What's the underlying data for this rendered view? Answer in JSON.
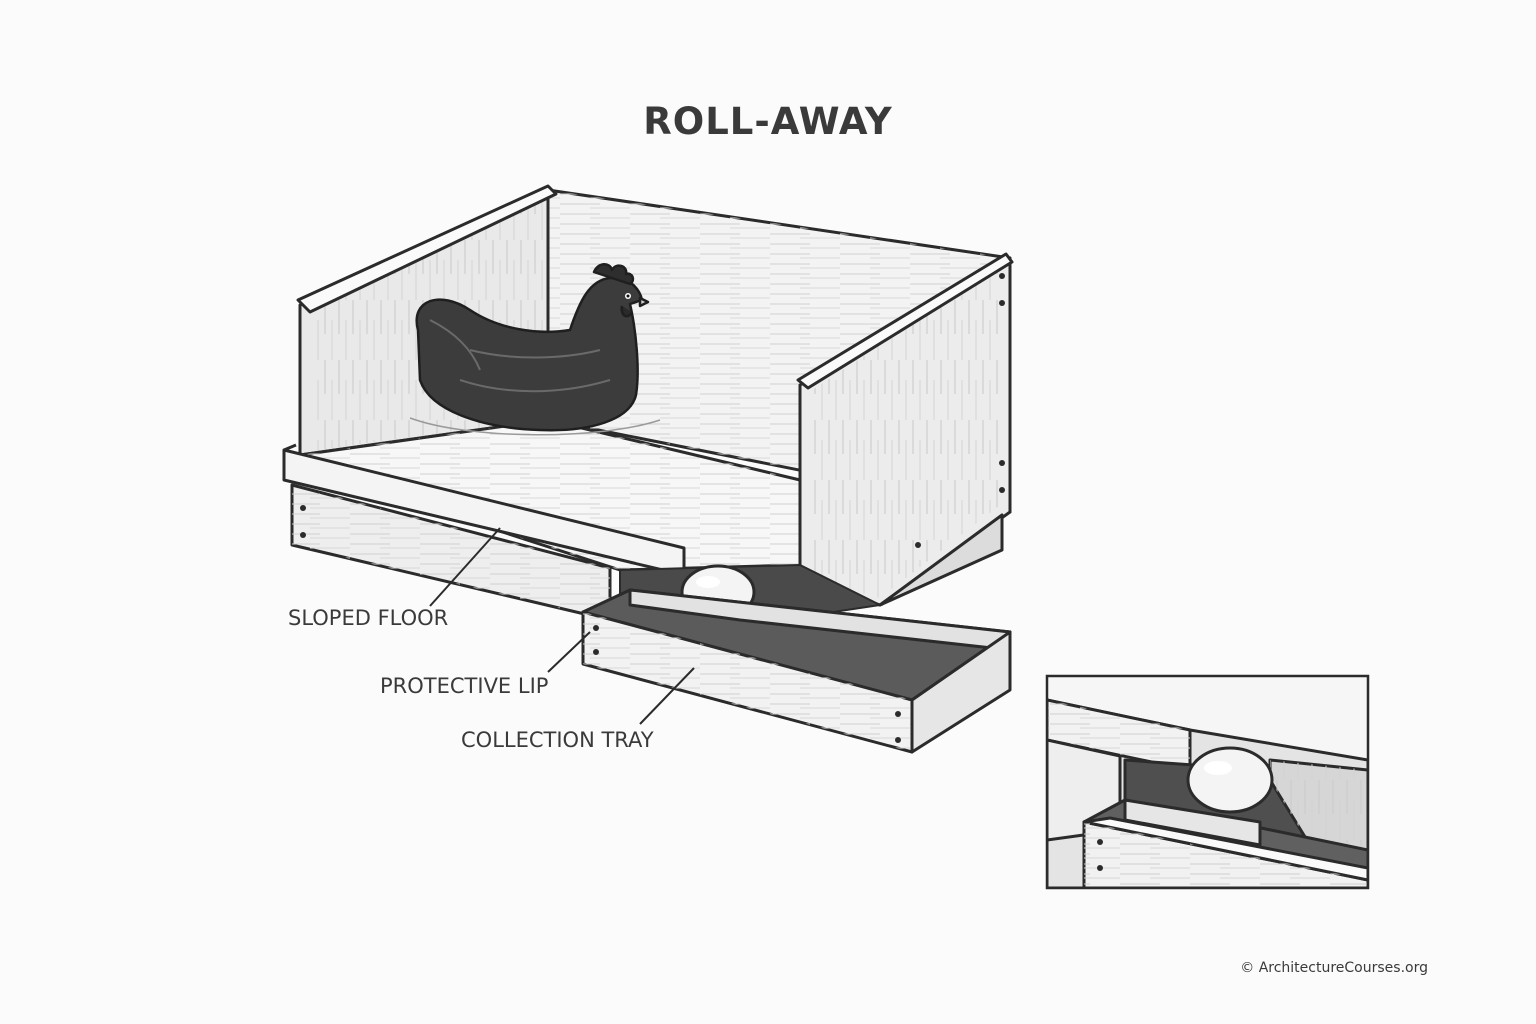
{
  "title": "ROLL-AWAY",
  "labels": {
    "sloped_floor": "SLOPED FLOOR",
    "protective_lip": "PROTECTIVE LIP",
    "collection_tray": "COLLECTION TRAY"
  },
  "credit": "© ArchitectureCourses.org",
  "colors": {
    "background": "#fbfbfb",
    "line": "#2b2b2b",
    "wood": "#f1f1f1",
    "wood_shade": "#dcdcdc",
    "hen": "#3c3c3c",
    "egg": "#f4f4f4",
    "tray_shadow": "#5a5a5a"
  }
}
